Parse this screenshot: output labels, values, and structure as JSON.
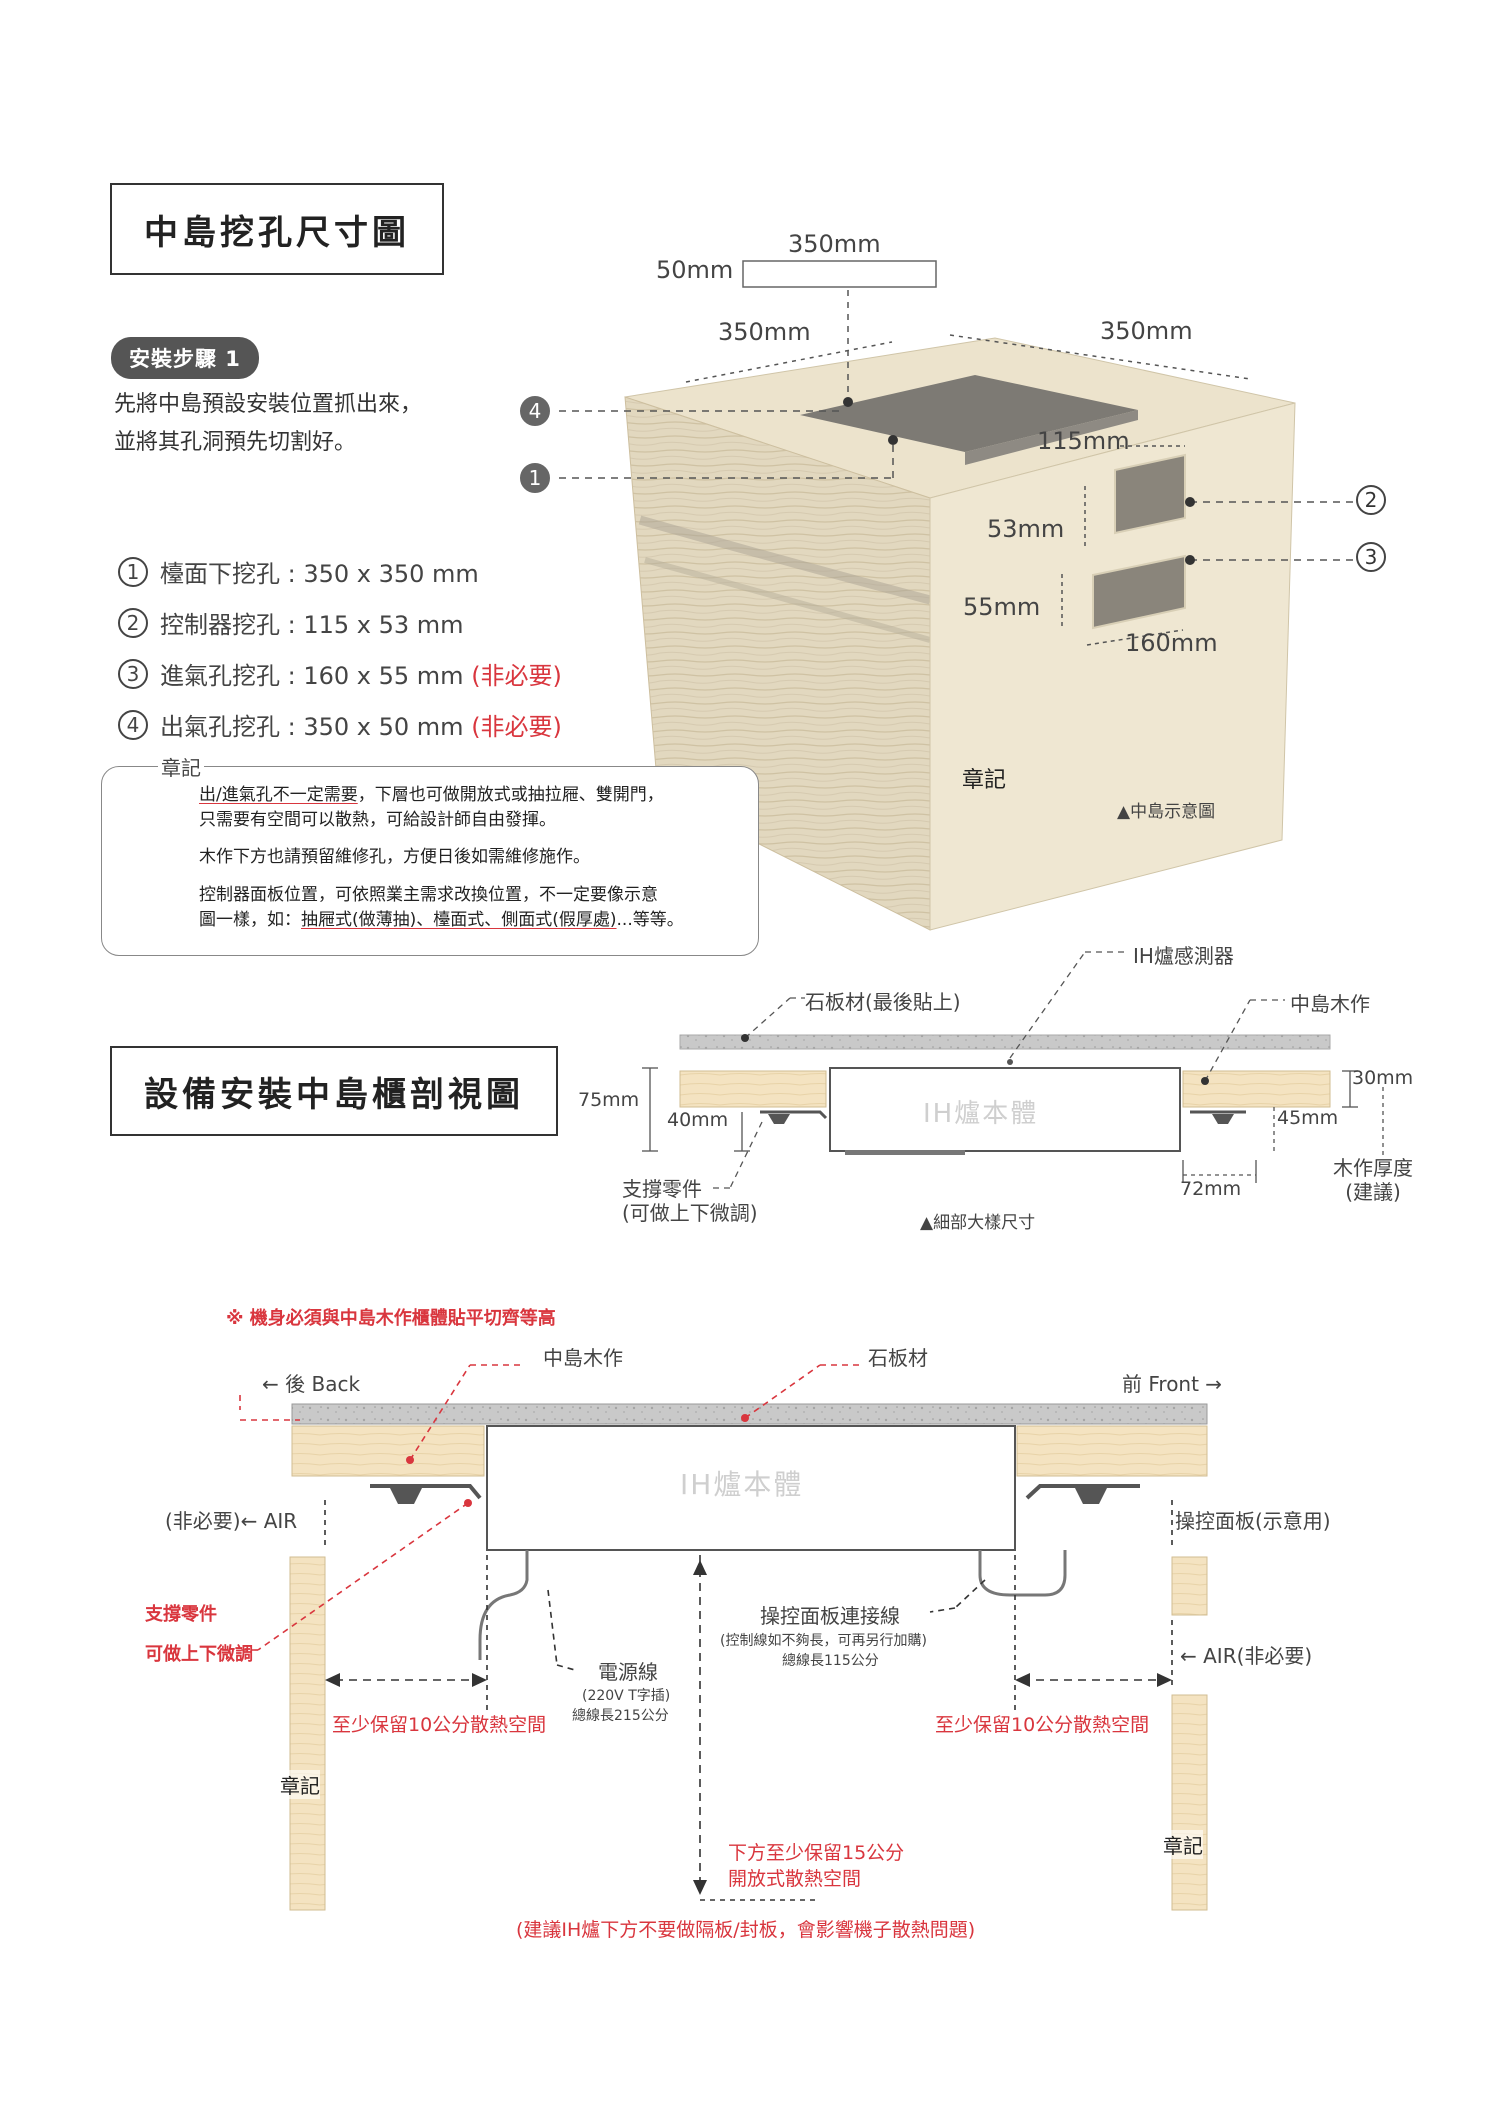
{
  "section1": {
    "title": "中島挖孔尺寸圖",
    "step_badge": "安裝步驟 1",
    "intro_line1": "先將中島預設安裝位置抓出來，",
    "intro_line2": "並將其孔洞預先切割好。",
    "legend": [
      {
        "num": "1",
        "text": "檯面下挖孔 : 350 x 350 mm",
        "note": ""
      },
      {
        "num": "2",
        "text": "控制器挖孔 : 115 x 53 mm",
        "note": ""
      },
      {
        "num": "3",
        "text": "進氣孔挖孔 : 160 x 55 mm",
        "note": "(非必要)"
      },
      {
        "num": "4",
        "text": "出氣孔挖孔 : 350 x 50 mm",
        "note": "(非必要)"
      }
    ],
    "note_stamp": "章記",
    "notes": {
      "p1a": "出/進氣孔不一定需要",
      "p1b": "，下層也可做開放式或抽拉屜、雙開門，",
      "p1c": "只需要有空間可以散熱，可給設計師自由發揮。",
      "p2": "木作下方也請預留維修孔，方便日後如需維修施作。",
      "p3a": "控制器面板位置，可依照業主需求改換位置，不一定要像示意",
      "p3b": "圖一樣，如：",
      "p3c": "抽屜式(做薄抽)、檯面式、側面式(假厚處)",
      "p3d": "...等等。"
    },
    "dims": {
      "top_width": "350mm",
      "top_height": "50mm",
      "left_edge": "350mm",
      "right_edge": "350mm",
      "ctrl_w": "115mm",
      "ctrl_h": "53mm",
      "vent_h": "55mm",
      "vent_w": "160mm"
    },
    "callouts": [
      "4",
      "1",
      "2",
      "3"
    ],
    "box_stamp": "章記",
    "box_caption": "▲中島示意圖"
  },
  "section2": {
    "title": "設備安裝中島櫃剖視圖",
    "labels": {
      "sensor": "IH爐感測器",
      "stone": "石板材(最後貼上)",
      "wood": "中島木作",
      "body": "IH爐本體",
      "d75": "75mm",
      "d40": "40mm",
      "d30": "30mm",
      "d45": "45mm",
      "d72": "72mm",
      "support1": "支撐零件",
      "support2": "(可做上下微調)",
      "thick1": "木作厚度",
      "thick2": "(建議)",
      "caption": "▲細部大樣尺寸"
    }
  },
  "section3": {
    "flush_note": "※ 機身必須與中島木作櫃體貼平切齊等高",
    "wood": "中島木作",
    "stone": "石板材",
    "back": "← 後 Back",
    "front": "前 Front →",
    "body": "IH爐本體",
    "air_left": "(非必要)← AIR",
    "air_right": "← AIR(非必要)",
    "panel": "操控面板(示意用)",
    "support1": "支撐零件",
    "support2": "可做上下微調",
    "panel_cable": "操控面板連接線",
    "panel_cable_note": "(控制線如不夠長，可再另行加購)",
    "panel_cable_len": "總線長115公分",
    "power": "電源線",
    "power_spec": "(220V T字插)",
    "power_len": "總線長215公分",
    "space_left": "至少保留10公分散熱空間",
    "space_right": "至少保留10公分散熱空間",
    "below1": "下方至少保留15公分",
    "below2": "開放式散熱空間",
    "stamp_left": "章記",
    "stamp_right": "章記",
    "bottom_note": "(建議IH爐下方不要做隔板/封板，會影響機子散熱問題)"
  }
}
